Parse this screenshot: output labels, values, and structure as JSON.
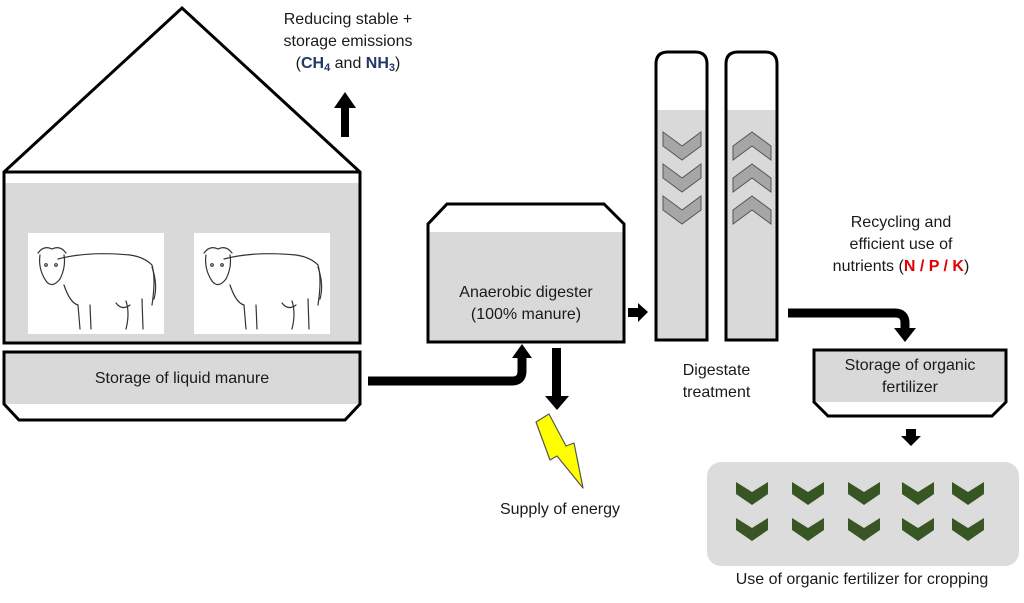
{
  "labels": {
    "emissions_line1": "Reducing stable +",
    "emissions_line2": "storage emissions",
    "emissions_open": "(",
    "ch": "CH",
    "ch_sub": "4",
    "and": " and ",
    "nh": "NH",
    "nh_sub": "3",
    "emissions_close": ")",
    "storage_liquid_manure": "Storage of liquid manure",
    "digester_line1": "Anaerobic digester",
    "digester_line2": "(100% manure)",
    "digestate_line1": "Digestate",
    "digestate_line2": "treatment",
    "energy": "Supply of energy",
    "recycling_line1": "Recycling and",
    "recycling_line2": "efficient use of",
    "recycling_line3_prefix": "nutrients (",
    "nutrients": "N / P / K",
    "recycling_line3_suffix": ")",
    "organic_storage_line1": "Storage of organic",
    "organic_storage_line2": "fertilizer",
    "cropping": "Use of organic fertilizer for cropping"
  },
  "colors": {
    "fill_gray": "#d9d9d9",
    "outline": "#000000",
    "chevron_gray": "#a6a6a6",
    "crop_green": "#375623",
    "field_gray": "#dcdcdc",
    "bolt_yellow": "#ffff00",
    "nutrient_red": "#e00000",
    "chem_blue": "#1f3864"
  },
  "icons": [
    "cow-icon",
    "lightning-bolt-icon",
    "plant-chevron-icon",
    "arrow-icon"
  ]
}
